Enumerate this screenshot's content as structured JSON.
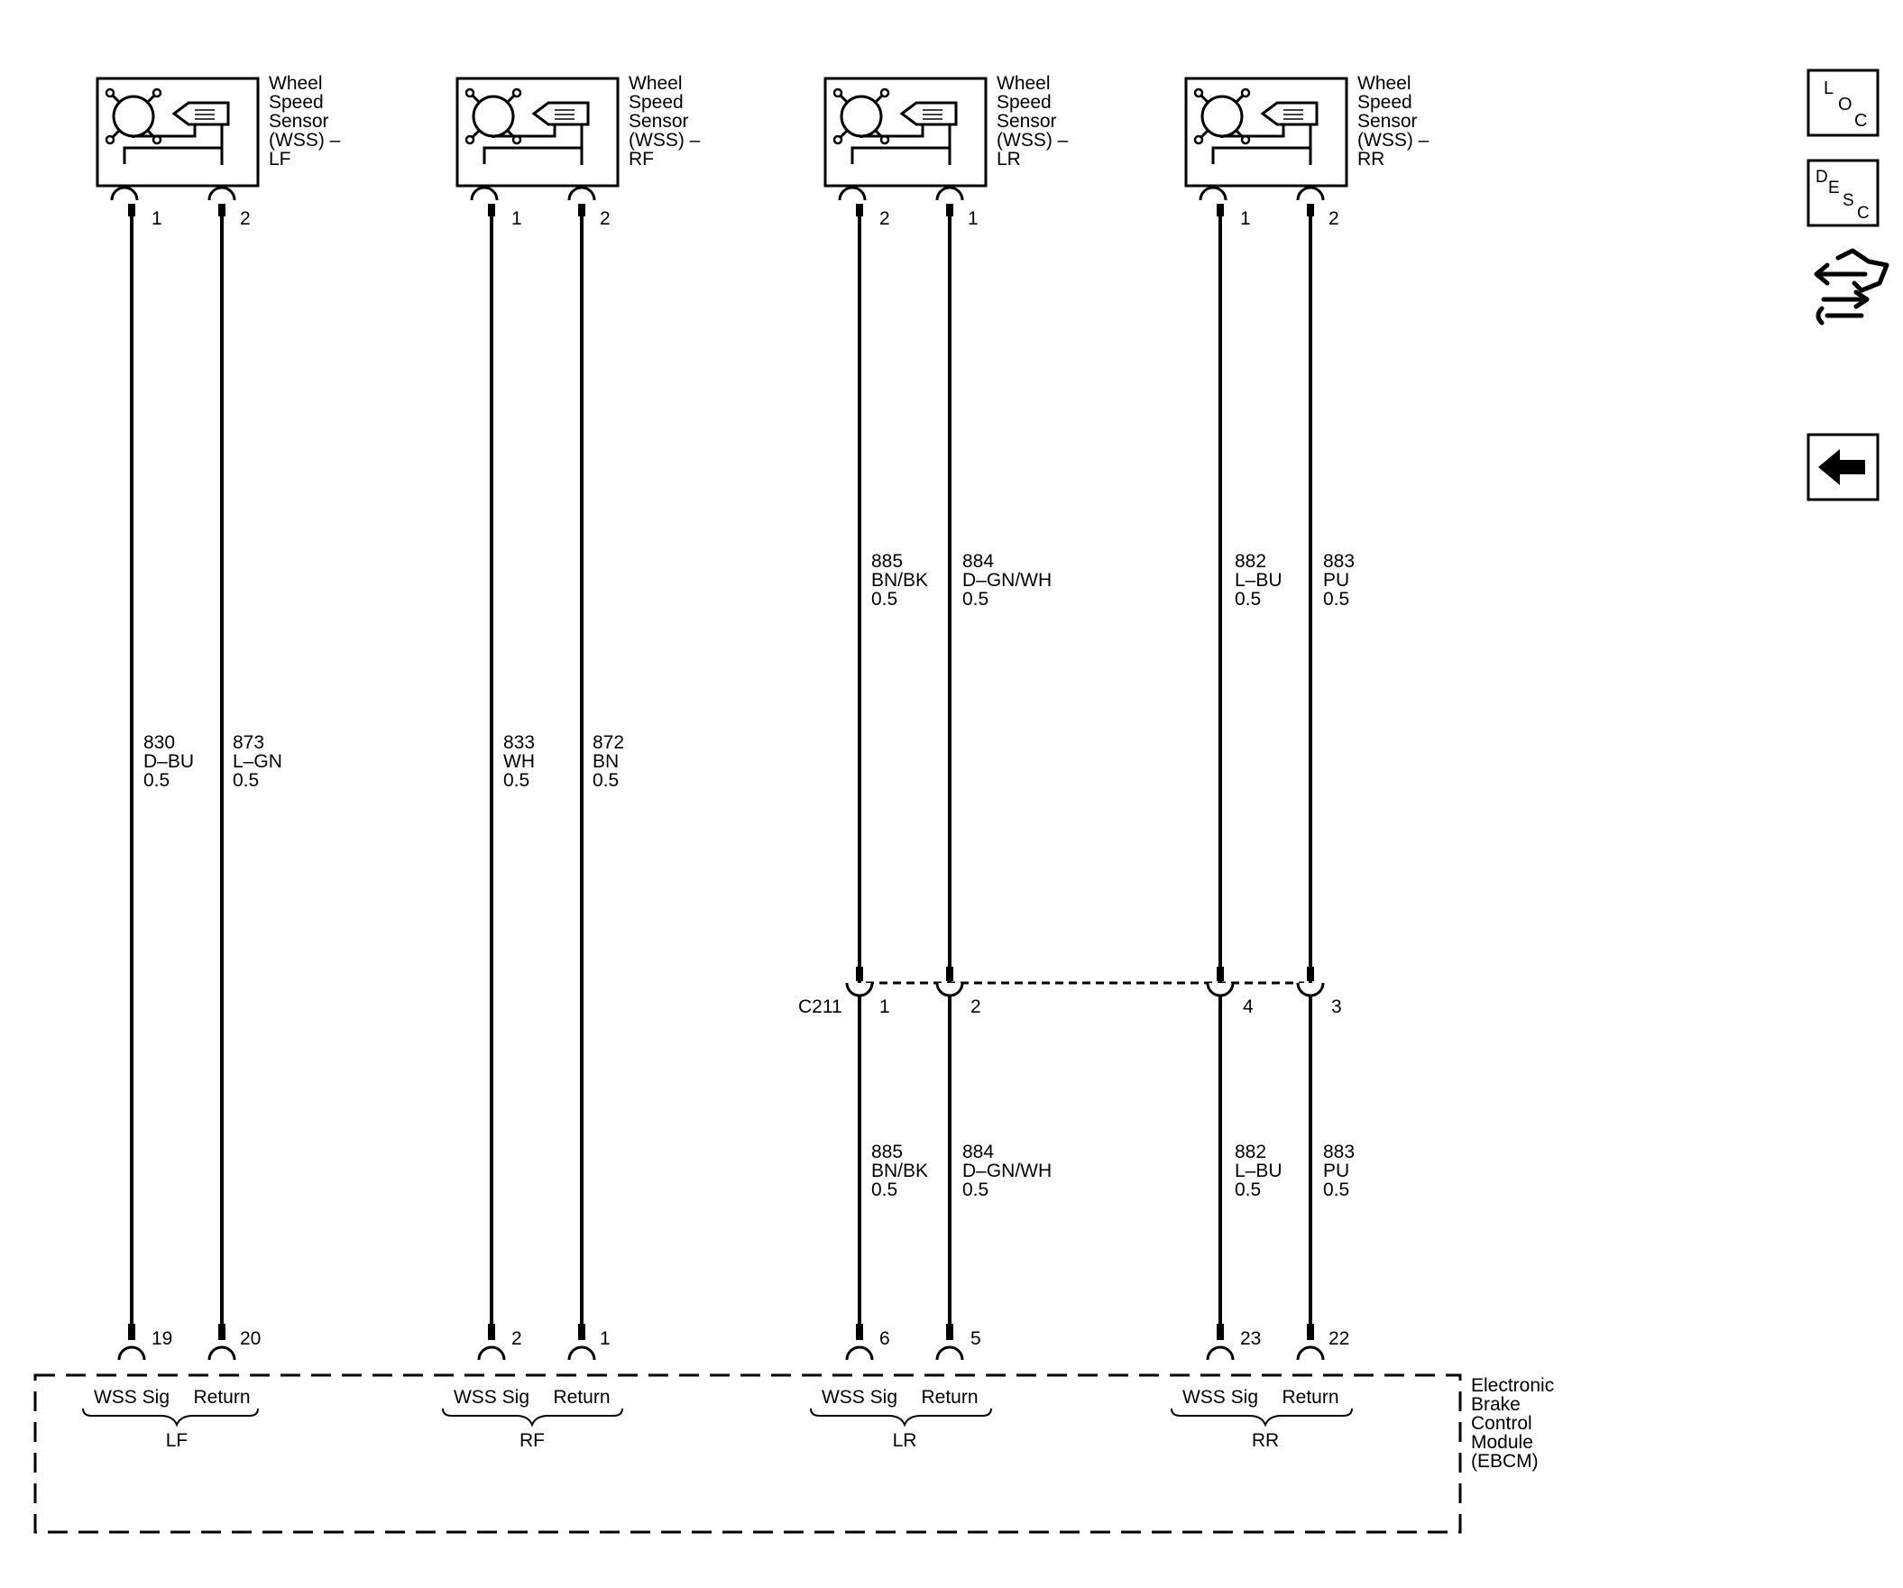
{
  "sensors": [
    {
      "title": [
        "Wheel",
        "Speed",
        "Sensor",
        "(WSS) –",
        "LF"
      ],
      "left_pin": "1",
      "right_pin": "2"
    },
    {
      "title": [
        "Wheel",
        "Speed",
        "Sensor",
        "(WSS) –",
        "RF"
      ],
      "left_pin": "1",
      "right_pin": "2"
    },
    {
      "title": [
        "Wheel",
        "Speed",
        "Sensor",
        "(WSS) –",
        "LR"
      ],
      "left_pin": "2",
      "right_pin": "1"
    },
    {
      "title": [
        "Wheel",
        "Speed",
        "Sensor",
        "(WSS) –",
        "RR"
      ],
      "left_pin": "1",
      "right_pin": "2"
    }
  ],
  "wires_upper": [
    [
      "830",
      "D–BU",
      "0.5"
    ],
    [
      "873",
      "L–GN",
      "0.5"
    ],
    [
      "833",
      "WH",
      "0.5"
    ],
    [
      "872",
      "BN",
      "0.5"
    ],
    [
      "885",
      "BN/BK",
      "0.5"
    ],
    [
      "884",
      "D–GN/WH",
      "0.5"
    ],
    [
      "882",
      "L–BU",
      "0.5"
    ],
    [
      "883",
      "PU",
      "0.5"
    ]
  ],
  "wires_lower": [
    [
      "885",
      "BN/BK",
      "0.5"
    ],
    [
      "884",
      "D–GN/WH",
      "0.5"
    ],
    [
      "882",
      "L–BU",
      "0.5"
    ],
    [
      "883",
      "PU",
      "0.5"
    ]
  ],
  "inline_connector": {
    "name": "C211",
    "pins": [
      "1",
      "2",
      "4",
      "3"
    ]
  },
  "ebcm": {
    "pins": [
      "19",
      "20",
      "2",
      "1",
      "6",
      "5",
      "23",
      "22"
    ],
    "groups": [
      {
        "sig": "WSS Sig",
        "ret": "Return",
        "name": "LF"
      },
      {
        "sig": "WSS Sig",
        "ret": "Return",
        "name": "RF"
      },
      {
        "sig": "WSS Sig",
        "ret": "Return",
        "name": "LR"
      },
      {
        "sig": "WSS Sig",
        "ret": "Return",
        "name": "RR"
      }
    ],
    "title": [
      "Electronic",
      "Brake",
      "Control",
      "Module",
      "(EBCM)"
    ]
  },
  "nav": {
    "loc": [
      "L",
      "O",
      "C"
    ],
    "desc": [
      "D",
      "E",
      "S",
      "C"
    ]
  }
}
